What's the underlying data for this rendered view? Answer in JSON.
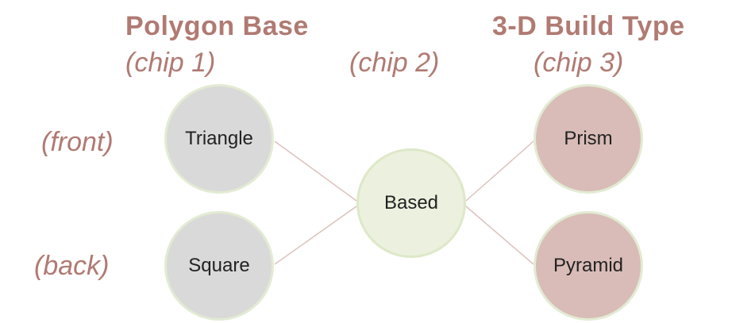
{
  "headings": {
    "polygon_base": "Polygon Base",
    "build_type": "3-D Build Type"
  },
  "chips": {
    "chip1": "(chip 1)",
    "chip2": "(chip 2)",
    "chip3": "(chip 3)"
  },
  "sides": {
    "front": "(front)",
    "back": "(back)"
  },
  "nodes": {
    "triangle": "Triangle",
    "square": "Square",
    "based": "Based",
    "prism": "Prism",
    "pyramid": "Pyramid"
  },
  "colors": {
    "accent_text": "#b07a72",
    "chip1_fill": "#d9d9d9",
    "chip2_fill": "#ebf1de",
    "chip3_fill": "#d9bcb7",
    "edge": "#dcc2bd"
  }
}
